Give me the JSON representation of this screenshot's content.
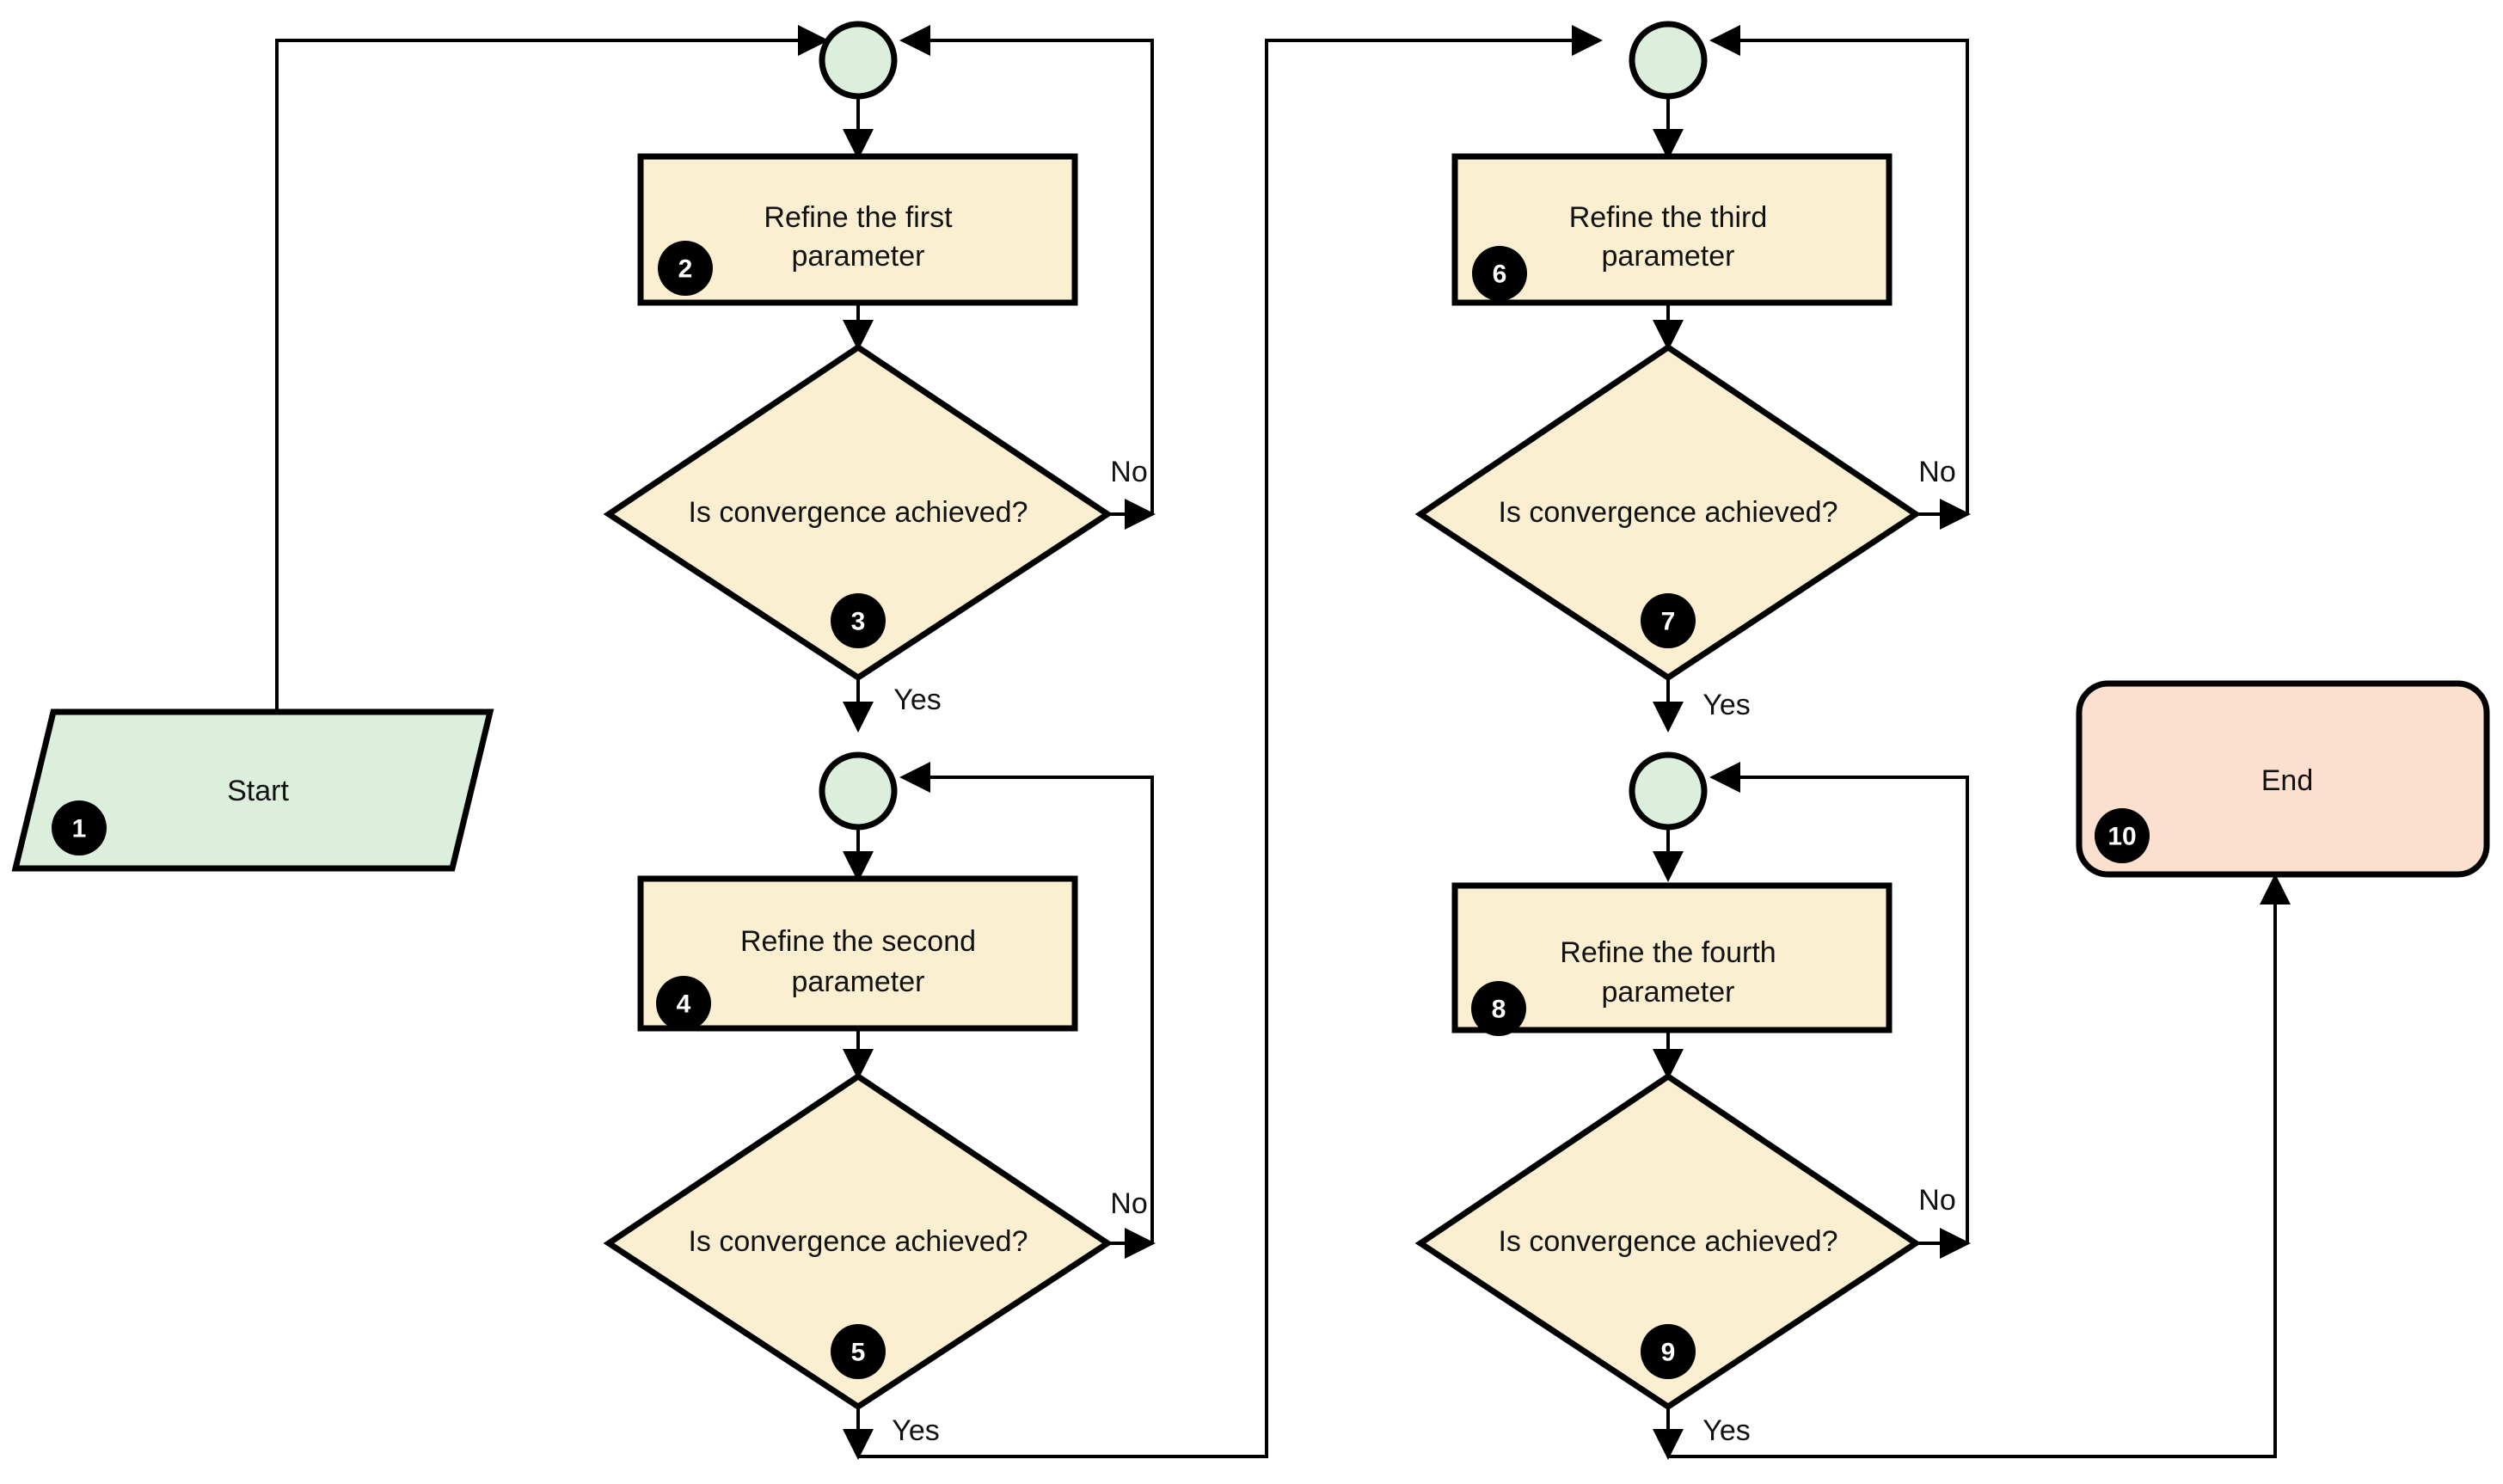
{
  "diagram": {
    "type": "flowchart",
    "title": "",
    "background_color": "#ffffff",
    "palette": {
      "process_fill": "#FAEFD0",
      "decision_fill": "#FAEFD0",
      "start_fill": "#DCEEDC",
      "merge_fill": "#DCEEDC",
      "end_fill": "#FBE0D0",
      "outline": "#000000",
      "badge_fill": "#000000",
      "badge_text": "#ffffff"
    },
    "nodes": [
      {
        "id": "n1",
        "badge": "1",
        "label": "Start",
        "shape": "parallelogram"
      },
      {
        "id": "m1",
        "badge": "",
        "label": "",
        "shape": "circle"
      },
      {
        "id": "n2",
        "badge": "2",
        "label": "Refine the first parameter",
        "line1": "Refine the first",
        "line2": "parameter",
        "shape": "rectangle"
      },
      {
        "id": "n3",
        "badge": "3",
        "label": "Is convergence achieved?",
        "shape": "diamond"
      },
      {
        "id": "m2",
        "badge": "",
        "label": "",
        "shape": "circle"
      },
      {
        "id": "n4",
        "badge": "4",
        "label": "Refine the second parameter",
        "line1": "Refine the second",
        "line2": "parameter",
        "shape": "rectangle"
      },
      {
        "id": "n5",
        "badge": "5",
        "label": "Is convergence achieved?",
        "shape": "diamond"
      },
      {
        "id": "m3",
        "badge": "",
        "label": "",
        "shape": "circle"
      },
      {
        "id": "n6",
        "badge": "6",
        "label": "Refine the third parameter",
        "line1": "Refine the third",
        "line2": "parameter",
        "shape": "rectangle"
      },
      {
        "id": "n7",
        "badge": "7",
        "label": "Is convergence achieved?",
        "shape": "diamond"
      },
      {
        "id": "m4",
        "badge": "",
        "label": "",
        "shape": "circle"
      },
      {
        "id": "n8",
        "badge": "8",
        "label": "Refine the fourth parameter",
        "line1": "Refine the fourth",
        "line2": "parameter",
        "shape": "rectangle"
      },
      {
        "id": "n9",
        "badge": "9",
        "label": "Is convergence achieved?",
        "shape": "diamond"
      },
      {
        "id": "n10",
        "badge": "10",
        "label": "End",
        "shape": "rounded-rectangle"
      }
    ],
    "edge_labels": {
      "no_3": "No",
      "yes_3": "Yes",
      "no_5": "No",
      "yes_5": "Yes",
      "no_7": "No",
      "yes_7": "Yes",
      "no_9": "No",
      "yes_9": "Yes"
    },
    "edges": [
      {
        "from": "n1",
        "to": "m1",
        "label": ""
      },
      {
        "from": "m1",
        "to": "n2",
        "label": ""
      },
      {
        "from": "n2",
        "to": "n3",
        "label": ""
      },
      {
        "from": "n3",
        "to": "m1",
        "label": "No"
      },
      {
        "from": "n3",
        "to": "m2",
        "label": "Yes"
      },
      {
        "from": "m2",
        "to": "n4",
        "label": ""
      },
      {
        "from": "n4",
        "to": "n5",
        "label": ""
      },
      {
        "from": "n5",
        "to": "m2",
        "label": "No"
      },
      {
        "from": "n5",
        "to": "m3",
        "label": "Yes"
      },
      {
        "from": "m3",
        "to": "n6",
        "label": ""
      },
      {
        "from": "n6",
        "to": "n7",
        "label": ""
      },
      {
        "from": "n7",
        "to": "m3",
        "label": "No"
      },
      {
        "from": "n7",
        "to": "m4",
        "label": "Yes"
      },
      {
        "from": "m4",
        "to": "n8",
        "label": ""
      },
      {
        "from": "n8",
        "to": "n9",
        "label": ""
      },
      {
        "from": "n9",
        "to": "m4",
        "label": "No"
      },
      {
        "from": "n9",
        "to": "n10",
        "label": "Yes"
      }
    ]
  }
}
